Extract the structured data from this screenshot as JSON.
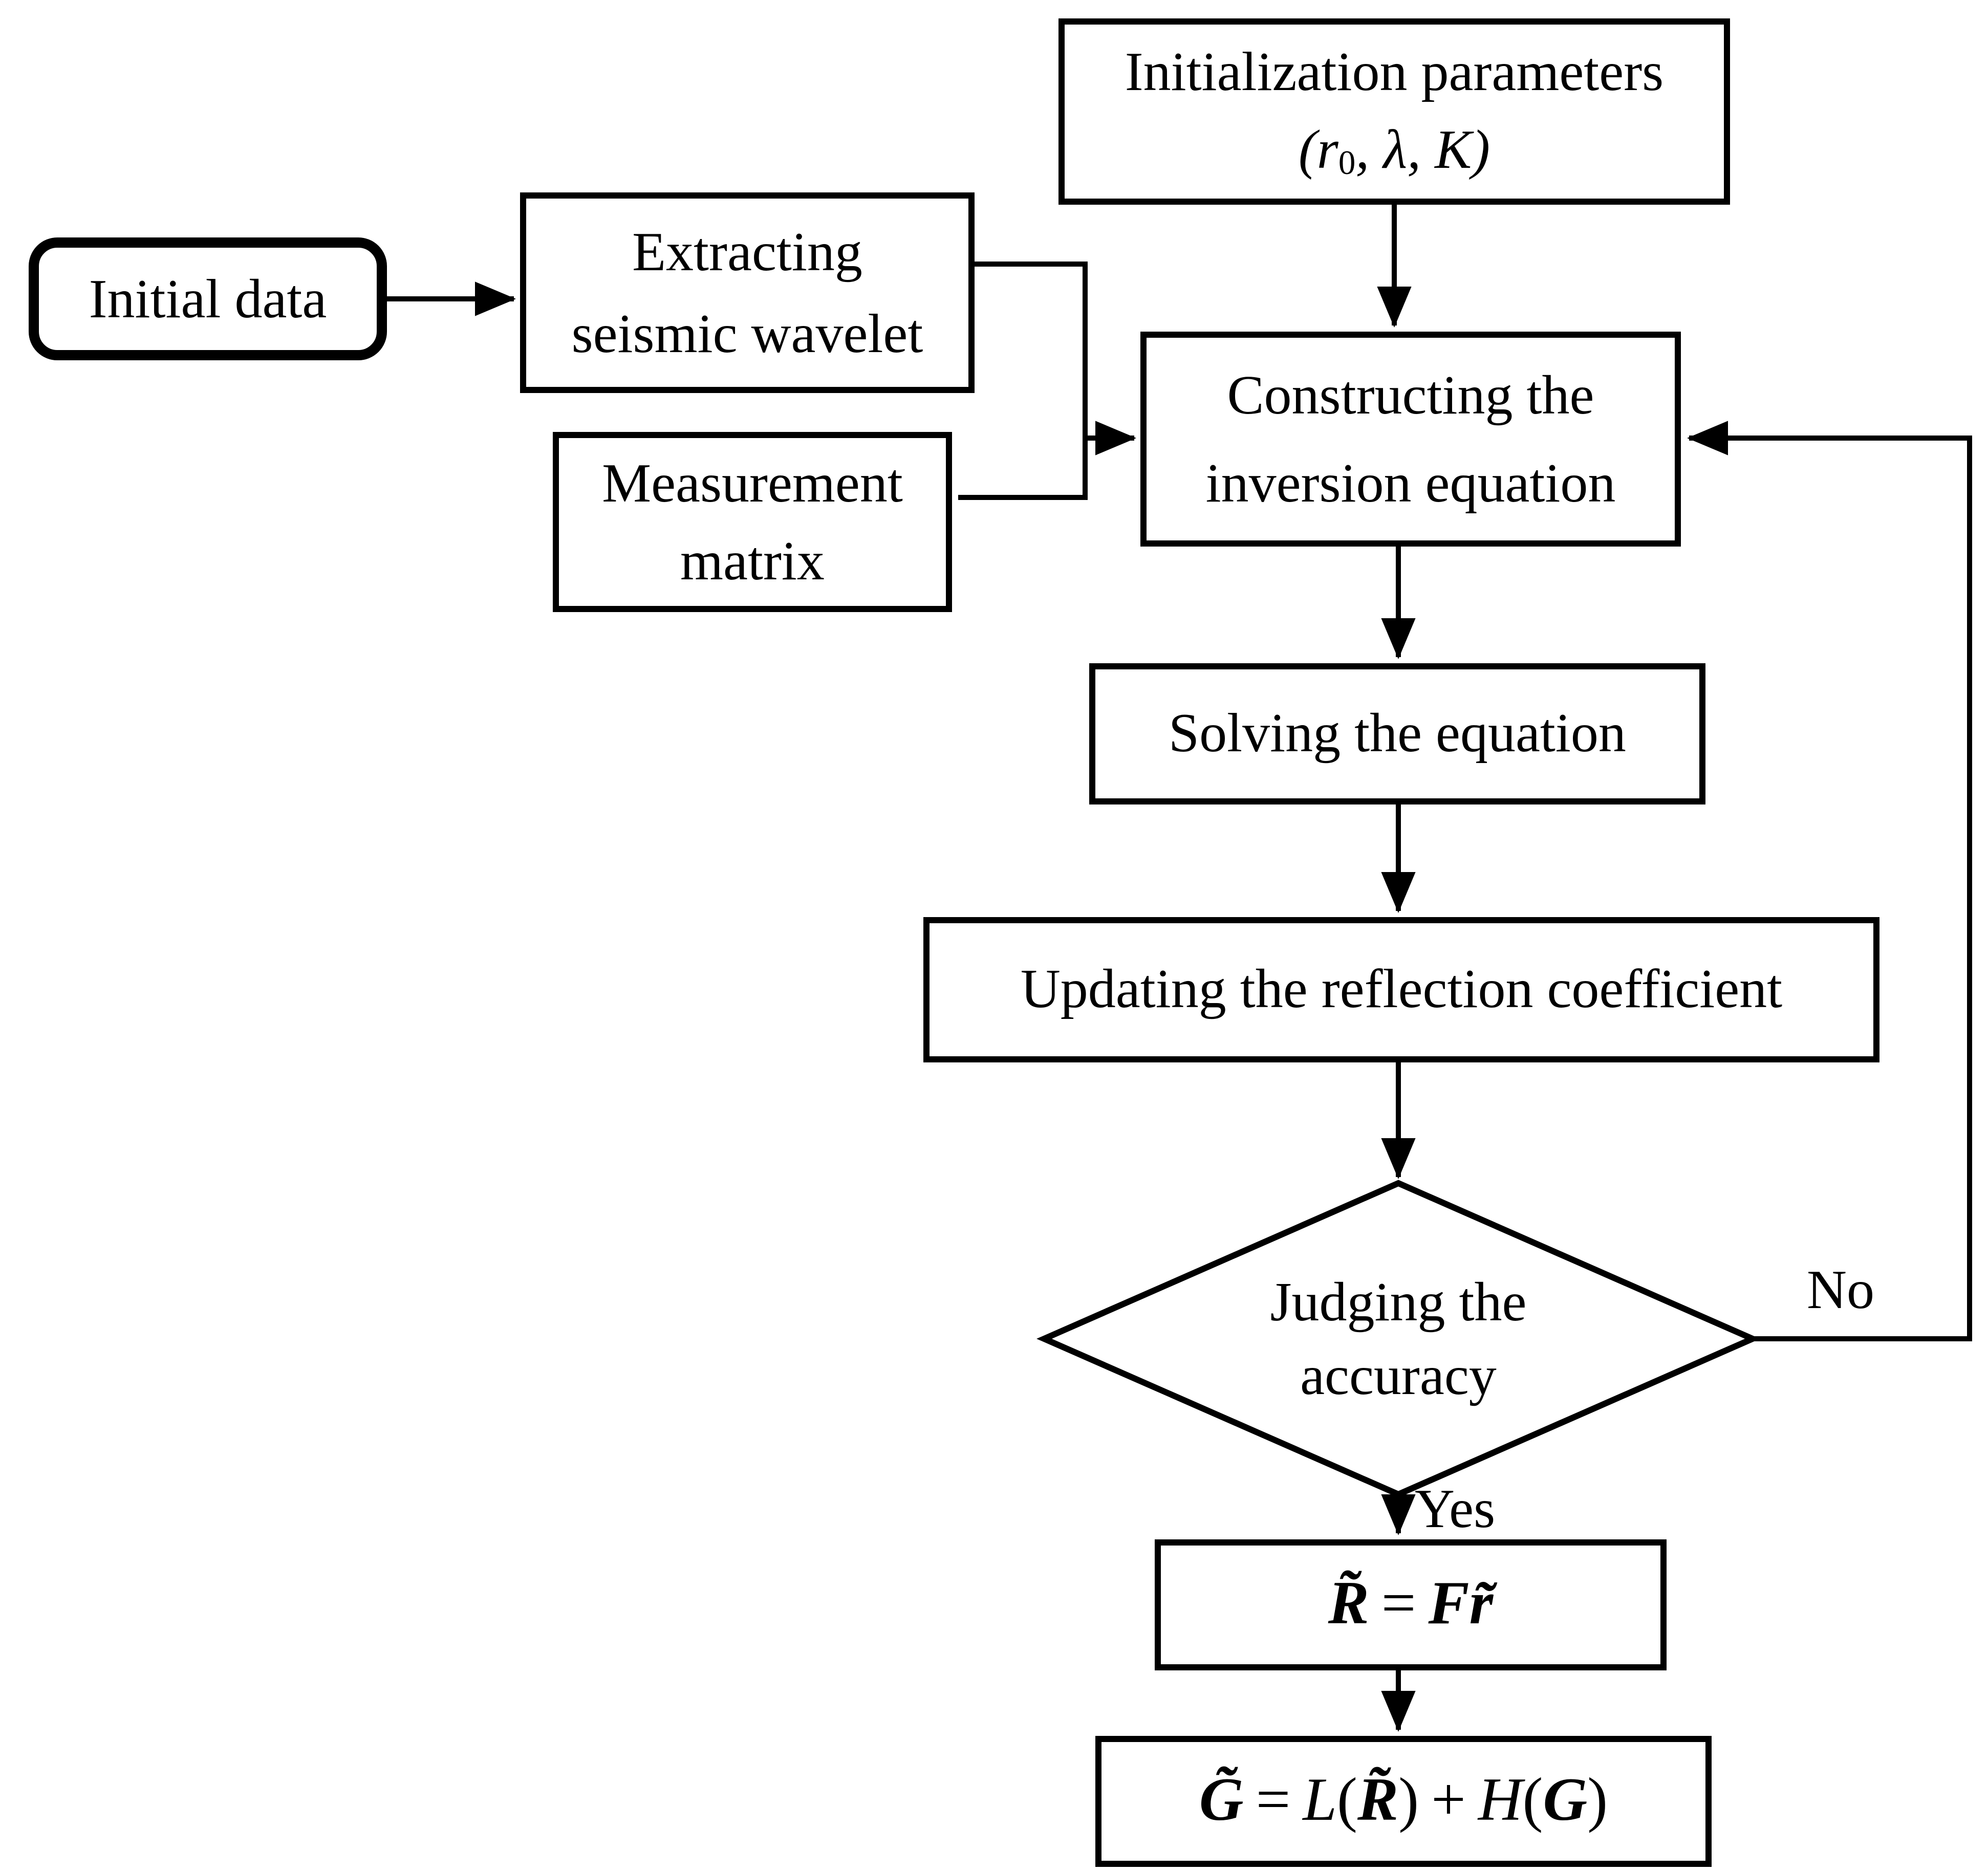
{
  "nodes": {
    "initial_data": {
      "label": "Initial data"
    },
    "extracting": {
      "line1": "Extracting",
      "line2": "seismic wavelet"
    },
    "measurement": {
      "line1": "Measurement",
      "line2": "matrix"
    },
    "init_params": {
      "line1": "Initialization parameters",
      "line2_pre": "(r",
      "line2_sub": "0",
      "line2_post": ", λ, K)"
    },
    "constructing": {
      "line1": "Constructing the",
      "line2": "inversion equation"
    },
    "solving": {
      "label": "Solving the equation"
    },
    "updating": {
      "label": "Updating the reflection coefficient"
    },
    "judging": {
      "line1": "Judging the",
      "line2": "accuracy"
    },
    "formula_r": {
      "lhs": "R̃",
      "equals": "=",
      "f": "F",
      "r": "r̃"
    },
    "formula_g": {
      "lhs": "G̃",
      "equals": "=",
      "l": "L",
      "open1": "(",
      "r": "R̃",
      "close1": ")",
      "plus": "+",
      "h": "H",
      "open2": "(",
      "g": "G",
      "close2": ")"
    }
  },
  "edges": {
    "yes_label": "Yes",
    "no_label": "No"
  },
  "colors": {
    "line": "#000000",
    "background": "#ffffff",
    "text": "#000000"
  }
}
